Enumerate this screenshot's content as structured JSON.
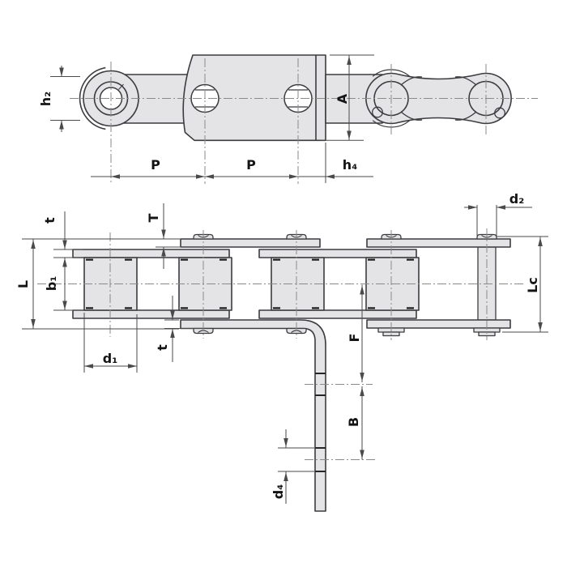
{
  "drawing": {
    "type": "engineering-dimension-diagram",
    "subject": "large pitch conveyor roller chain with bent attachment plate",
    "colors": {
      "background": "#ffffff",
      "part_fill": "#e4e4e6",
      "part_outline": "#3c3c40",
      "dimension_line": "#4a4a4a",
      "centerline": "#8a8a8a",
      "label_text": "#141414"
    },
    "top_view": {
      "h2": "h₂",
      "p_left": "P",
      "p_right": "P",
      "h4": "h₄",
      "a": "A"
    },
    "plan_view": {
      "t_top": "t",
      "T": "T",
      "L": "L",
      "b1": "b₁",
      "d1": "d₁",
      "t_bottom": "t",
      "d2": "d₂",
      "lc": "Lc",
      "f": "F",
      "b": "B",
      "d4": "d₄"
    }
  }
}
